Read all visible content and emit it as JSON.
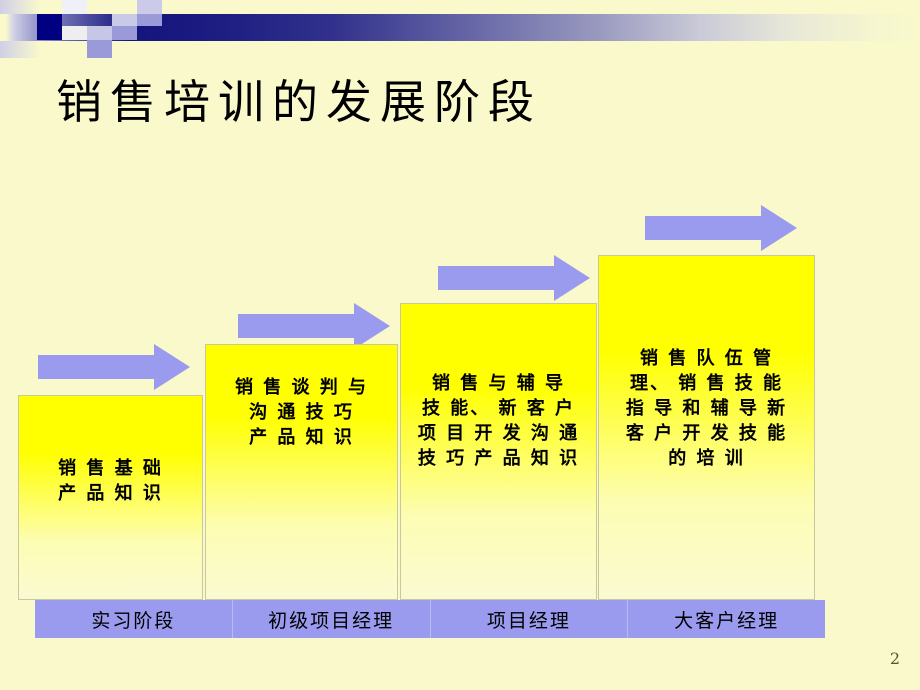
{
  "slide": {
    "title": "销售培训的发展阶段",
    "page_number": "2",
    "background_color": "#f9f9cc",
    "accent_color": "#9a9aef",
    "block_color": "#ffff00",
    "header_gradient_color": "#14147e"
  },
  "steps": [
    {
      "id": "step-1",
      "text": "销 售 基 础\n产 品 知 识",
      "stage_label": "实习阶段"
    },
    {
      "id": "step-2",
      "text": "销 售 谈 判 与\n沟 通 技 巧\n产 品 知 识",
      "stage_label": "初级项目经理"
    },
    {
      "id": "step-3",
      "text": "销 售 与 辅 导\n技 能、 新 客 户\n项 目 开 发 沟 通\n技 巧 产 品 知 识",
      "stage_label": "项目经理"
    },
    {
      "id": "step-4",
      "text": "销 售 队 伍 管\n理、 销 售 技 能\n指 导 和 辅 导 新\n客 户 开 发 技 能\n的 培 训",
      "stage_label": "大客户经理"
    }
  ],
  "stage_bar": {
    "cells": [
      {
        "label": "实习阶段"
      },
      {
        "label": "初级项目经理"
      },
      {
        "label": "项目经理"
      },
      {
        "label": "大客户经理"
      }
    ]
  }
}
